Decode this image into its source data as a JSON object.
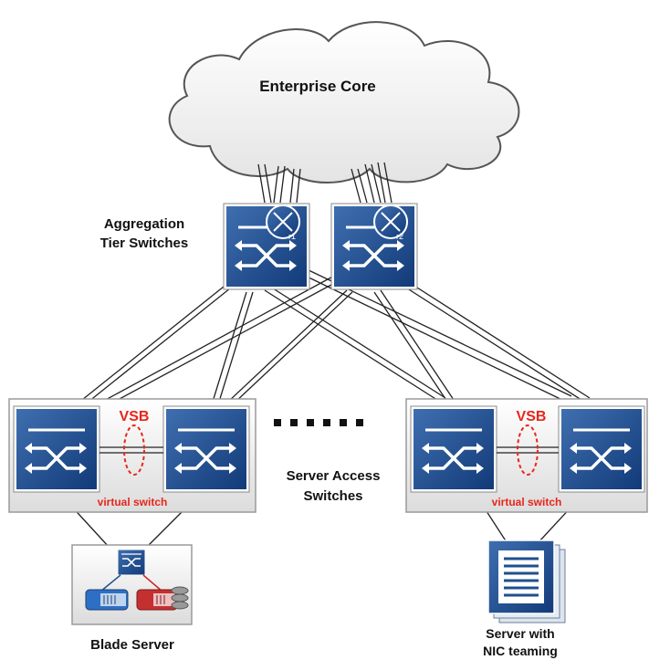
{
  "labels": {
    "core": "Enterprise Core",
    "aggregation_line1": "Aggregation",
    "aggregation_line2": "Tier Switches",
    "access_line1": "Server Access",
    "access_line2": "Switches",
    "blade": "Blade Server",
    "nic_line1": "Server with",
    "nic_line2": "NIC teaming"
  },
  "aggregation_switches": [
    {
      "badge": "r1"
    },
    {
      "badge": "r2"
    }
  ],
  "access_groups": [
    {
      "vsb_label": "VSB",
      "virtual_switch_label": "virtual switch"
    },
    {
      "vsb_label": "VSB",
      "virtual_switch_label": "virtual switch"
    }
  ],
  "colors": {
    "switch_blue": "#1f4f8f",
    "switch_light": "#5a86c2",
    "accent_red": "#e8261c",
    "cloud_fill": "#f0f0f0"
  },
  "icons": [
    "cloud-icon",
    "switch-icon",
    "router-badge-icon",
    "blade-server-icon",
    "document-server-icon"
  ]
}
